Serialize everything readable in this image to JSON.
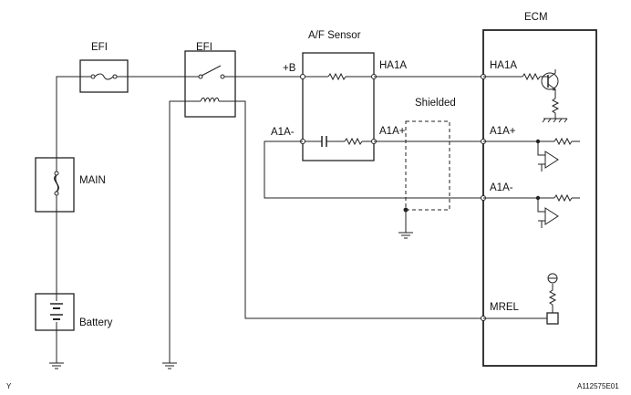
{
  "labels": {
    "efi_fuse": "EFI",
    "efi_relay": "EFI",
    "af_sensor": "A/F Sensor",
    "ecm": "ECM",
    "plus_b": "+B",
    "ha1a_sensor": "HA1A",
    "a1a_minus_sensor": "A1A-",
    "a1a_plus_sensor": "A1A+",
    "shielded": "Shielded",
    "ha1a_ecm": "HA1A",
    "a1a_plus_ecm": "A1A+",
    "a1a_minus_ecm": "A1A-",
    "mrel": "MREL",
    "main": "MAIN",
    "battery": "Battery",
    "corner_left": "Y",
    "figure_code": "A112575E01"
  }
}
